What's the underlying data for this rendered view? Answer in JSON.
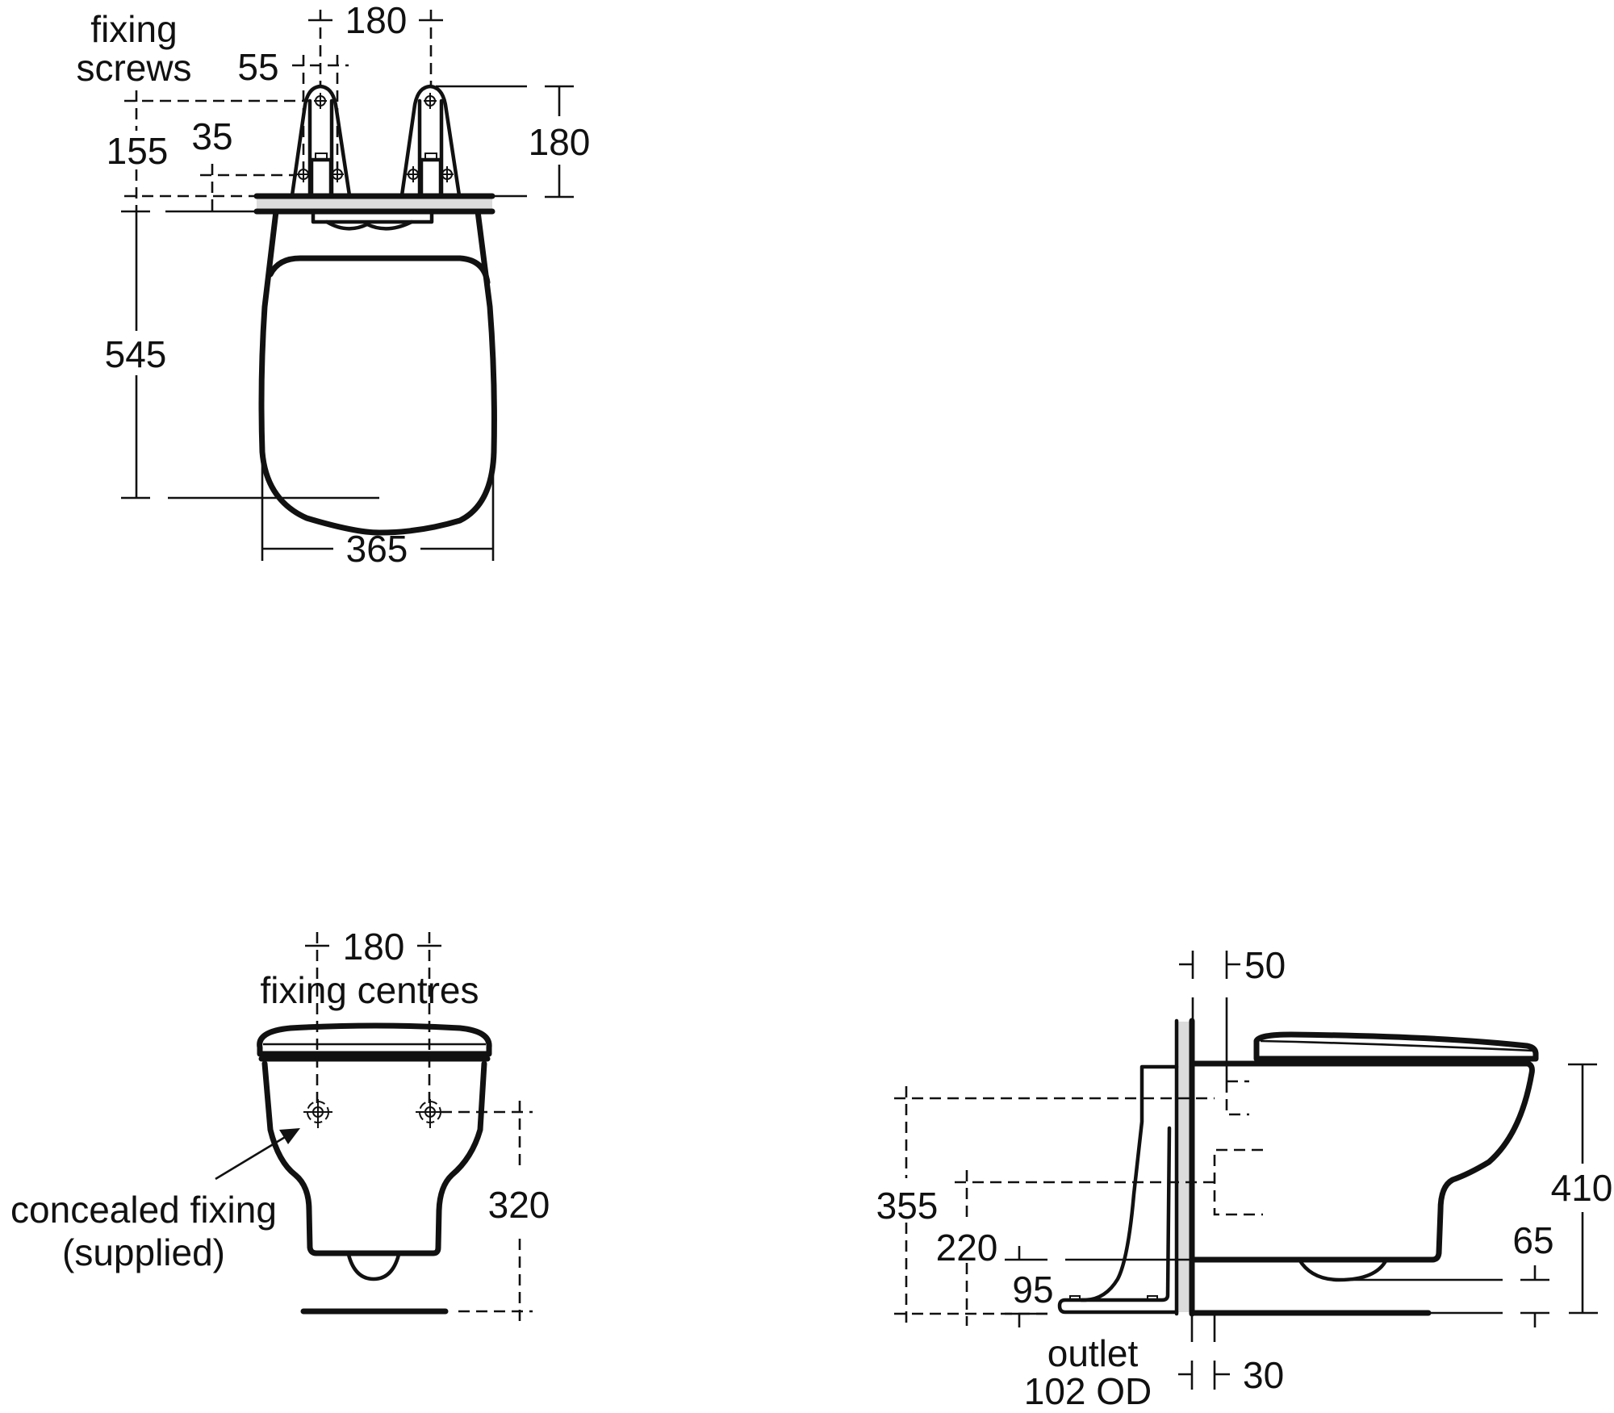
{
  "drawing": {
    "views": [
      {
        "id": "plan_view",
        "dimensions": {
          "fixing_screws_label_line1": "fixing",
          "fixing_screws_label_line2": "screws",
          "hinge_centres": "180",
          "screw_spacing": "55",
          "screw_to_wall": "155",
          "screw_offset": "35",
          "hinge_projection": "180",
          "projection": "545",
          "width": "365"
        }
      },
      {
        "id": "front_view",
        "dimensions": {
          "fixing_centres": "180",
          "fixing_centres_label": "fixing centres",
          "fixing_height": "320",
          "concealed_fixing_line1": "concealed fixing",
          "concealed_fixing_line2": "(supplied)"
        }
      },
      {
        "id": "side_view",
        "dimensions": {
          "wall_offset_top": "50",
          "bracket_height": "355",
          "outlet_centre_height": "220",
          "outlet_base": "95",
          "outlet_label_line1": "outlet",
          "outlet_label_line2": "102 OD",
          "wall_offset_bottom": "30",
          "rim_height": "410",
          "outlet_drop": "65"
        }
      }
    ],
    "colors": {
      "line": "#111111",
      "wall_fill": "#dcdcdc",
      "background": "#ffffff"
    }
  }
}
